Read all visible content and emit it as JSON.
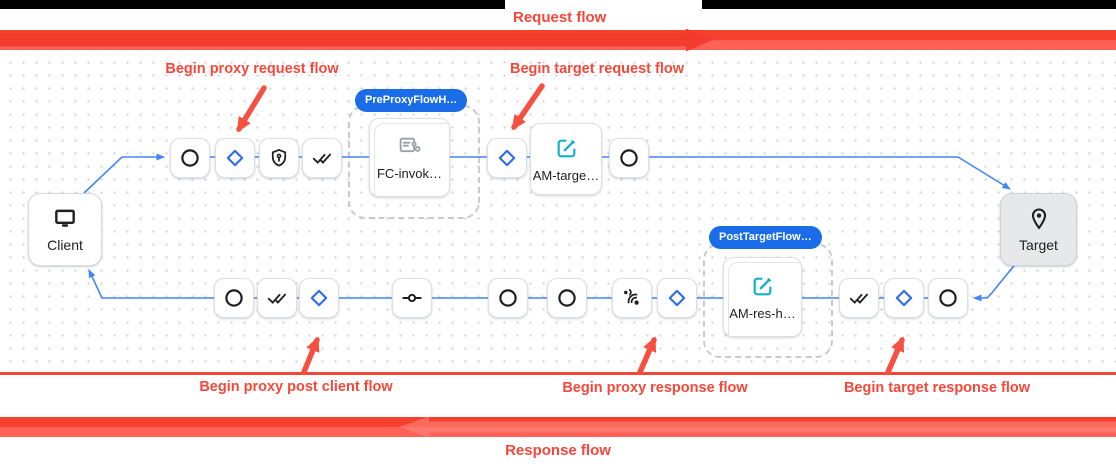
{
  "colors": {
    "annotation_red": "#f4483a",
    "bar_red_top": "#f5402e",
    "bar_red_bottom": "#ff6156",
    "flow_line_blue": "#4285f4",
    "diamond_blue": "#2e6bf0",
    "badge_blue": "#1a6ce8",
    "step_icon_teal": "#14b1c6",
    "step_icon_gray": "#9aa0a6"
  },
  "annotations": {
    "request_flow": "Request flow",
    "response_flow": "Response flow",
    "begin_proxy_request": "Begin proxy request flow",
    "begin_target_request": "Begin target request flow",
    "begin_proxy_post_client": "Begin proxy post client flow",
    "begin_proxy_response": "Begin proxy response flow",
    "begin_target_response": "Begin target response flow"
  },
  "diagram": {
    "client": {
      "label": "Client"
    },
    "target": {
      "label": "Target"
    },
    "pre_proxy_group": {
      "badge": "PreProxyFlowH…",
      "step_label": "FC-invok…"
    },
    "post_target_group": {
      "badge": "PostTargetFlow…",
      "step_label": "AM-res-h…"
    },
    "am_target_step": {
      "label": "AM-targe…"
    },
    "icons": {
      "client": "desktop-monitor-icon",
      "target": "location-pin-icon",
      "start_end": "circle-icon",
      "flow_hook": "diamond-icon",
      "security": "shield-lock-icon",
      "done_all": "double-check-icon",
      "connector": "line-circle-connector-icon",
      "signal": "signal-waves-icon",
      "flow_callout": "flow-callout-document-icon",
      "assign_message": "edit-square-icon"
    }
  }
}
